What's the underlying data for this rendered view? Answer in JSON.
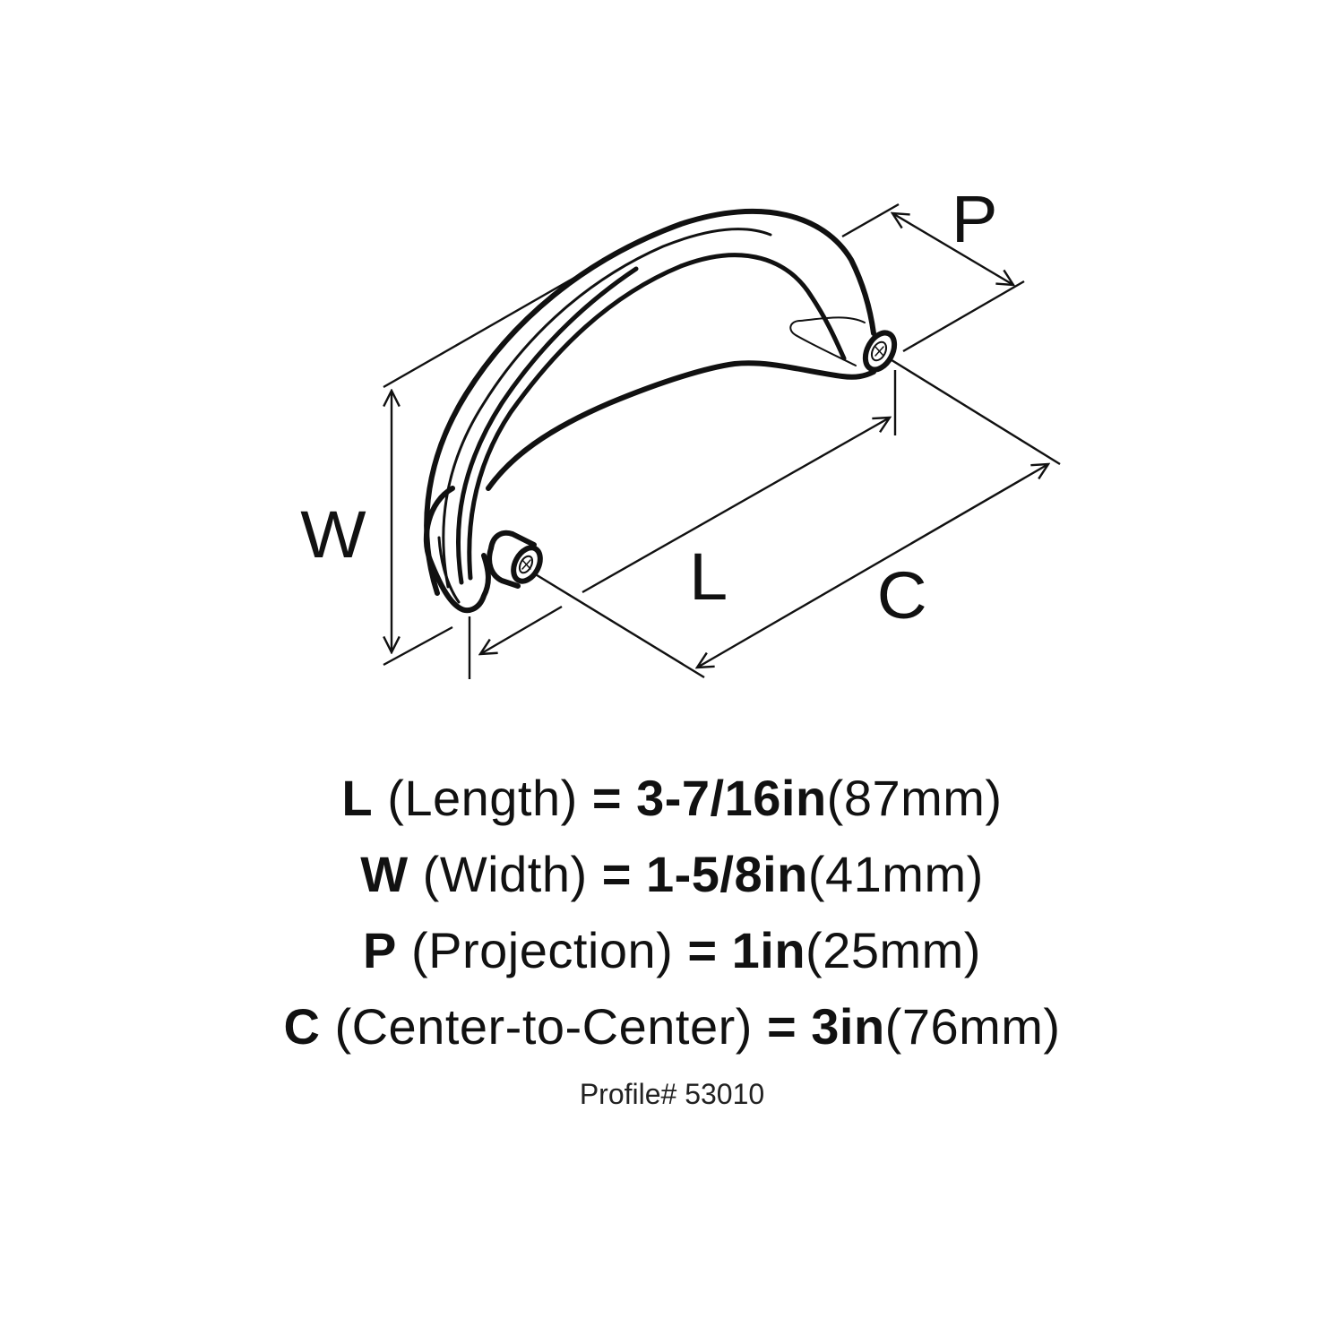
{
  "diagram": {
    "subject": "cabinet pull handle dimension drawing",
    "dimension_labels": {
      "P": "P",
      "W": "W",
      "L": "L",
      "C": "C"
    }
  },
  "specs": [
    {
      "key": "L",
      "name": "(Length)",
      "eq": "=",
      "imperial": "3-7/16in",
      "metric": "(87mm)"
    },
    {
      "key": "W",
      "name": "(Width)",
      "eq": "=",
      "imperial": "1-5/8in",
      "metric": "(41mm)"
    },
    {
      "key": "P",
      "name": "(Projection)",
      "eq": "=",
      "imperial": "1in",
      "metric": "(25mm)"
    },
    {
      "key": "C",
      "name": "(Center-to-Center)",
      "eq": "=",
      "imperial": "3in",
      "metric": "(76mm)"
    }
  ],
  "profile": "Profile# 53010",
  "colors": {
    "ink": "#111111",
    "background": "#ffffff"
  }
}
